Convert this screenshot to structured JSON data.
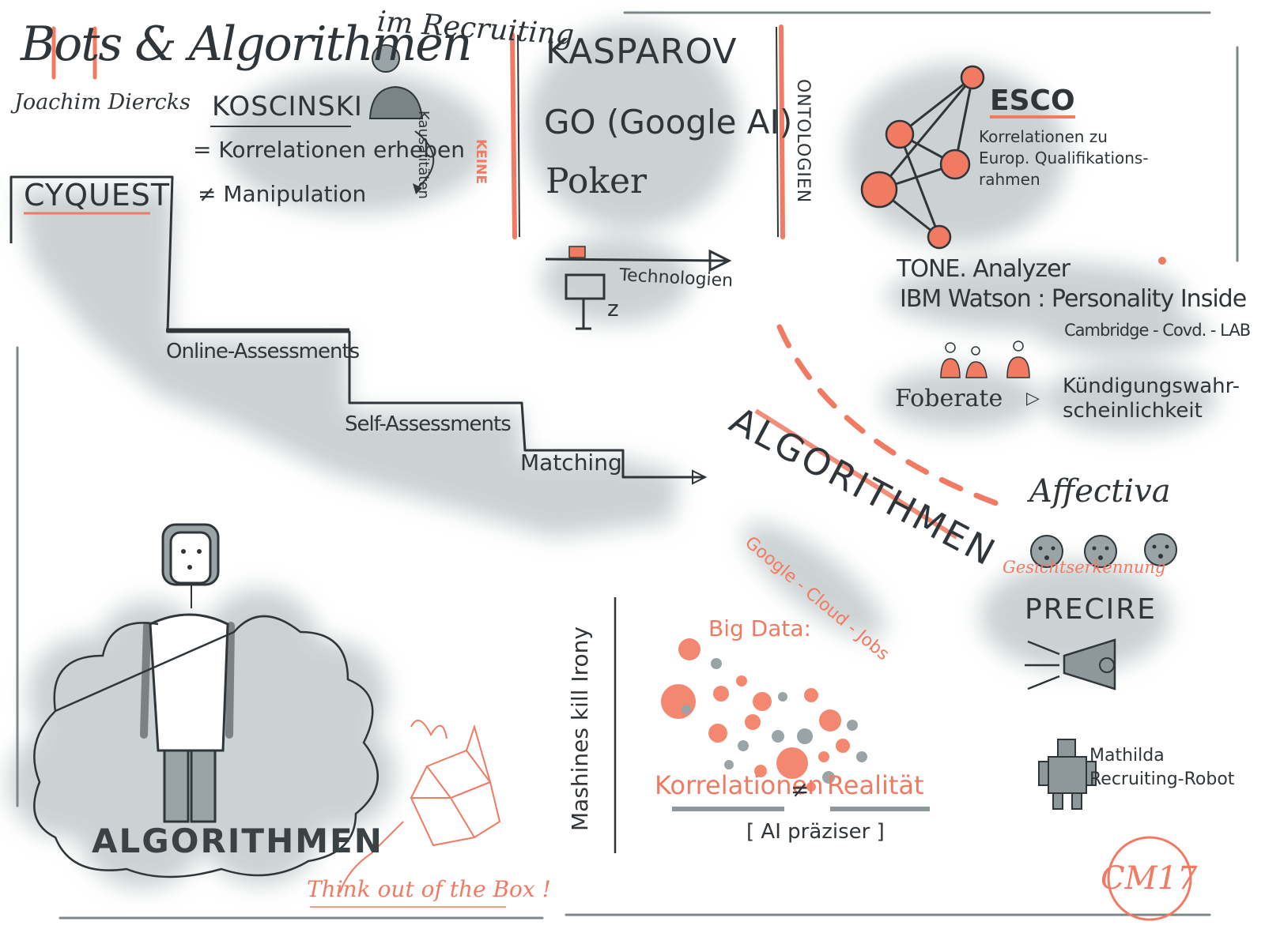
{
  "header": {
    "title": "Bots & Algorithmen",
    "subtitle": "im Recruiting",
    "author": "Joachim Diercks"
  },
  "koscinski": {
    "name": "KOSCINSKI",
    "correlations": "= Korrelationen erheben",
    "manipulation": "≠ Manipulation",
    "kausalitaeten": "Kausalitäten",
    "keine": "KEINE"
  },
  "cyquest": {
    "name": "CYQUEST",
    "steps": [
      "Online-Assessments",
      "Self-Assessments",
      "Matching"
    ]
  },
  "games": {
    "items": [
      "KASPAROV",
      "GO (Google AI)",
      "Poker"
    ],
    "technologien": "Technologien"
  },
  "ontologien": "ONTOLOGIEN",
  "esco": {
    "name": "ESCO",
    "description": "Korrelationen zu\nEurop. Qualifikations-\nrahmen"
  },
  "tools": {
    "tone": "TONE. Analyzer",
    "ibm": "IBM Watson : Personality Inside",
    "cambridge": "Cambridge - Covd. - LAB",
    "fobe": "Foberate",
    "arrow": "▷",
    "kuendigung": "Kündigungswahr-\nscheinlichkeit"
  },
  "algorithmen_right": "ALGORITHMEN",
  "affectiva": {
    "name": "Affectiva",
    "gesicht": "Gesichtserkennung"
  },
  "precire": "PRECIRE",
  "mathilda": "Mathilda\nRecruiting-Robot",
  "google_cloud_jobs": "Google - Cloud - Jobs",
  "bigdata": {
    "label": "Big Data:",
    "korrelationen": "Korrelationen",
    "neq": "≠",
    "realitaet": "Realität",
    "ai": "[ AI präziser ]"
  },
  "irony": "Mashines kill Irony",
  "algorithmen_bottom": "ALGORITHMEN",
  "think": "Think out of the Box !",
  "seal": "CM17",
  "colors": {
    "ink": "#2f3538",
    "accent": "#f07a62",
    "wash": "#c4cccd"
  }
}
